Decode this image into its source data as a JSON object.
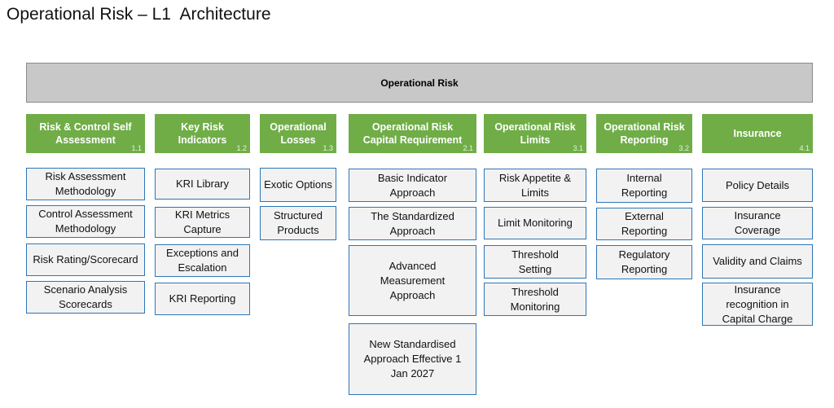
{
  "title": "Operational Risk – L1  Architecture",
  "banner": "Operational Risk",
  "columns": [
    {
      "header": "Risk & Control Self Assessment",
      "number": "1.1",
      "items": [
        "Risk Assessment Methodology",
        "Control Assessment Methodology",
        "Risk Rating/Scorecard",
        "Scenario Analysis Scorecards"
      ]
    },
    {
      "header": "Key Risk Indicators",
      "number": "1.2",
      "items": [
        "KRI Library",
        "KRI Metrics Capture",
        "Exceptions and Escalation",
        "KRI Reporting"
      ]
    },
    {
      "header": "Operational Losses",
      "number": "1.3",
      "items": [
        "Exotic Options",
        "Structured Products"
      ]
    },
    {
      "header": "Operational Risk Capital Requirement",
      "number": "2.1",
      "items": [
        "Basic Indicator Approach",
        "The Standardized Approach",
        "Advanced Measurement Approach",
        "New Standardised Approach Effective 1 Jan 2027"
      ]
    },
    {
      "header": "Operational Risk Limits",
      "number": "3.1",
      "items": [
        "Risk Appetite & Limits",
        "Limit Monitoring",
        "Threshold Setting",
        "Threshold Monitoring"
      ]
    },
    {
      "header": "Operational Risk Reporting",
      "number": "3.2",
      "items": [
        "Internal Reporting",
        "External Reporting",
        "Regulatory Reporting"
      ]
    },
    {
      "header": "Insurance",
      "number": "4.1",
      "items": [
        "Policy Details",
        "Insurance Coverage",
        "Validity and Claims",
        "Insurance recognition in Capital Charge"
      ]
    }
  ]
}
